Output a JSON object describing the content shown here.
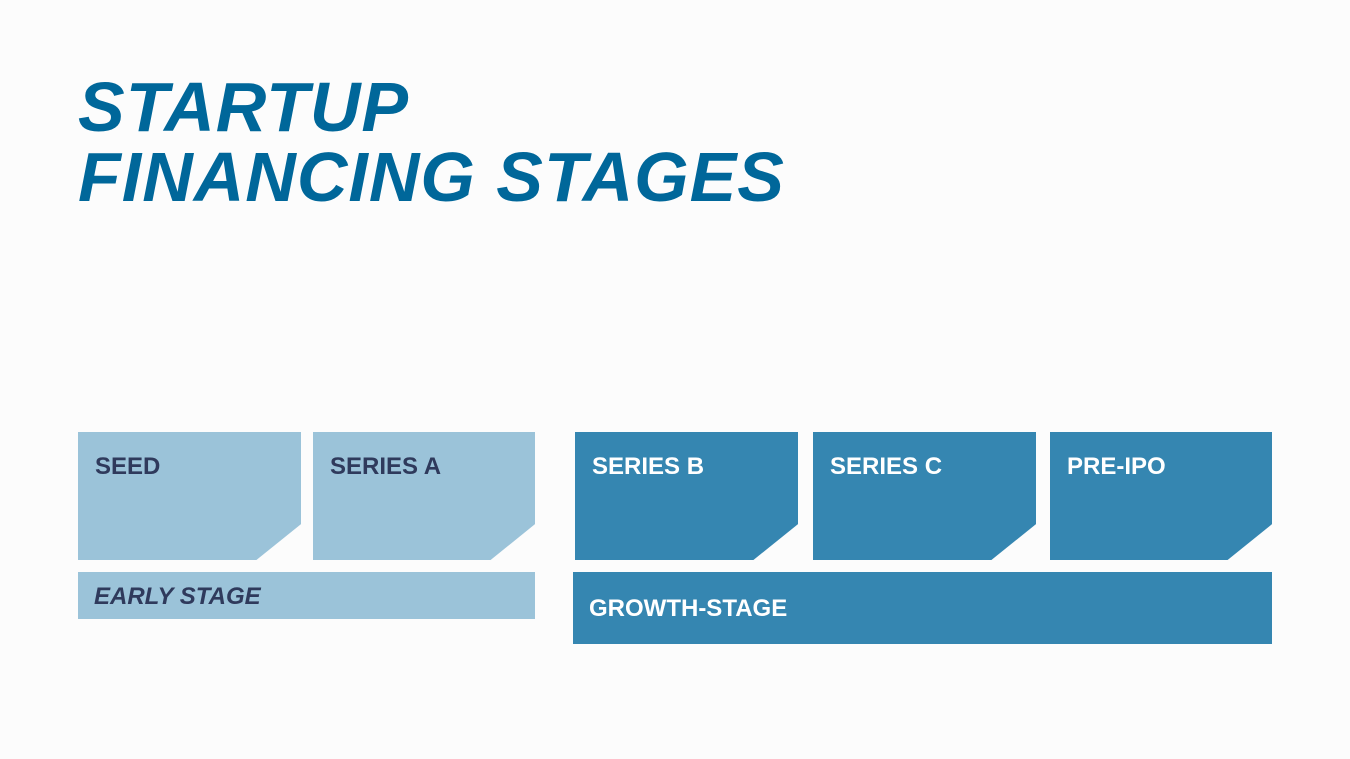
{
  "slide": {
    "title_line1": "STARTUP",
    "title_line2": "FINANCING STAGES"
  },
  "stages": [
    {
      "label": "SEED"
    },
    {
      "label": "SERIES A"
    },
    {
      "label": "SERIES B"
    },
    {
      "label": "SERIES C"
    },
    {
      "label": "PRE-IPO"
    }
  ],
  "groups": {
    "early": {
      "label": "EARLY STAGE"
    },
    "growth": {
      "label": "GROWTH-STAGE"
    }
  },
  "colors": {
    "title": "#00679a",
    "light_fill": "#9bc3d9",
    "dark_fill": "#3586b1",
    "light_text": "#2f3a5c",
    "dark_text": "#ffffff",
    "background": "#fcfcfc"
  }
}
